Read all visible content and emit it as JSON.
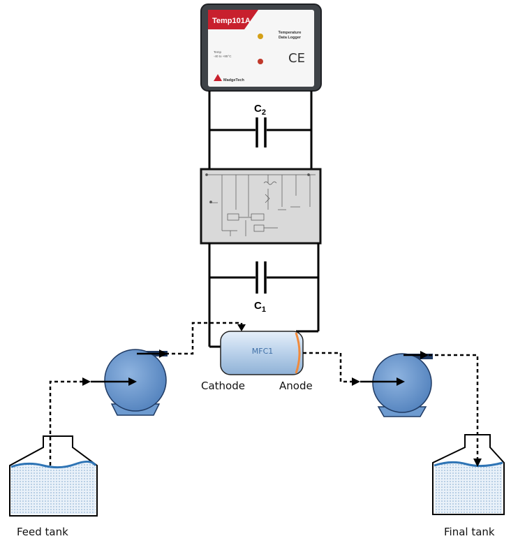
{
  "logger": {
    "model": "Temp101A",
    "type_line1": "Temperature",
    "type_line2": "Data Logger",
    "spec_line1": "Temp",
    "spec_line2": "-40 to +85°C",
    "ce_mark": "CE",
    "brand": "MadgeTech",
    "colors": {
      "header": "#c8202d",
      "led_top": "#d4a017",
      "led_bottom": "#c0392b"
    }
  },
  "capacitor_top": {
    "letter": "C",
    "subscript": "2"
  },
  "capacitor_bottom": {
    "letter": "C",
    "subscript": "1"
  },
  "circuit_board": {
    "icon": "circuit-schematic-icon"
  },
  "mfc": {
    "label": "MFC1",
    "colors": {
      "body": "#bcd3ea",
      "anode_band": "#f08a3c"
    }
  },
  "electrode_labels": {
    "cathode": "Cathode",
    "anode": "Anode"
  },
  "tanks": {
    "feed": "Feed tank",
    "final": "Final tank",
    "colors": {
      "water": "#2e74b5"
    }
  },
  "pumps": {
    "colors": {
      "fill": "#6e9bd0",
      "stroke": "#1f3a63"
    }
  }
}
